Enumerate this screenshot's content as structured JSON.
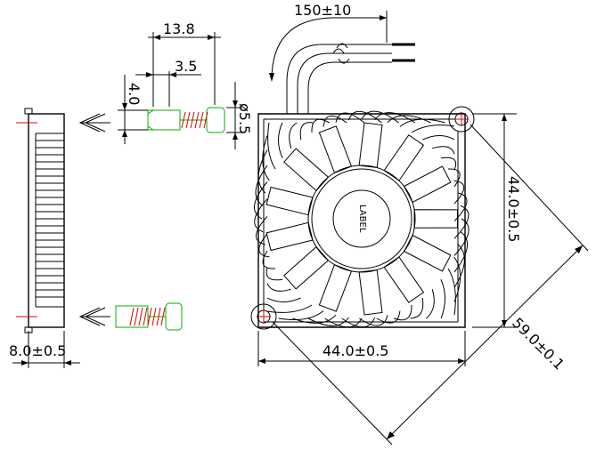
{
  "dimensions": {
    "cable_length": "150±10",
    "screw_length": "13.8",
    "screw_head": "3.5",
    "screw_head_height": "4.0",
    "screw_diameter": "ø5.5",
    "fan_height": "44.0±0.5",
    "fan_width": "44.0±0.5",
    "fan_thickness": "8.0±0.5",
    "hole_diagonal": "59.0±0.1"
  },
  "hub_label": "LABEL",
  "colors": {
    "line": "#000000",
    "screw_outline": "#00b000",
    "screw_thread": "#e00000",
    "center_mark": "#e00000",
    "background": "#ffffff"
  }
}
